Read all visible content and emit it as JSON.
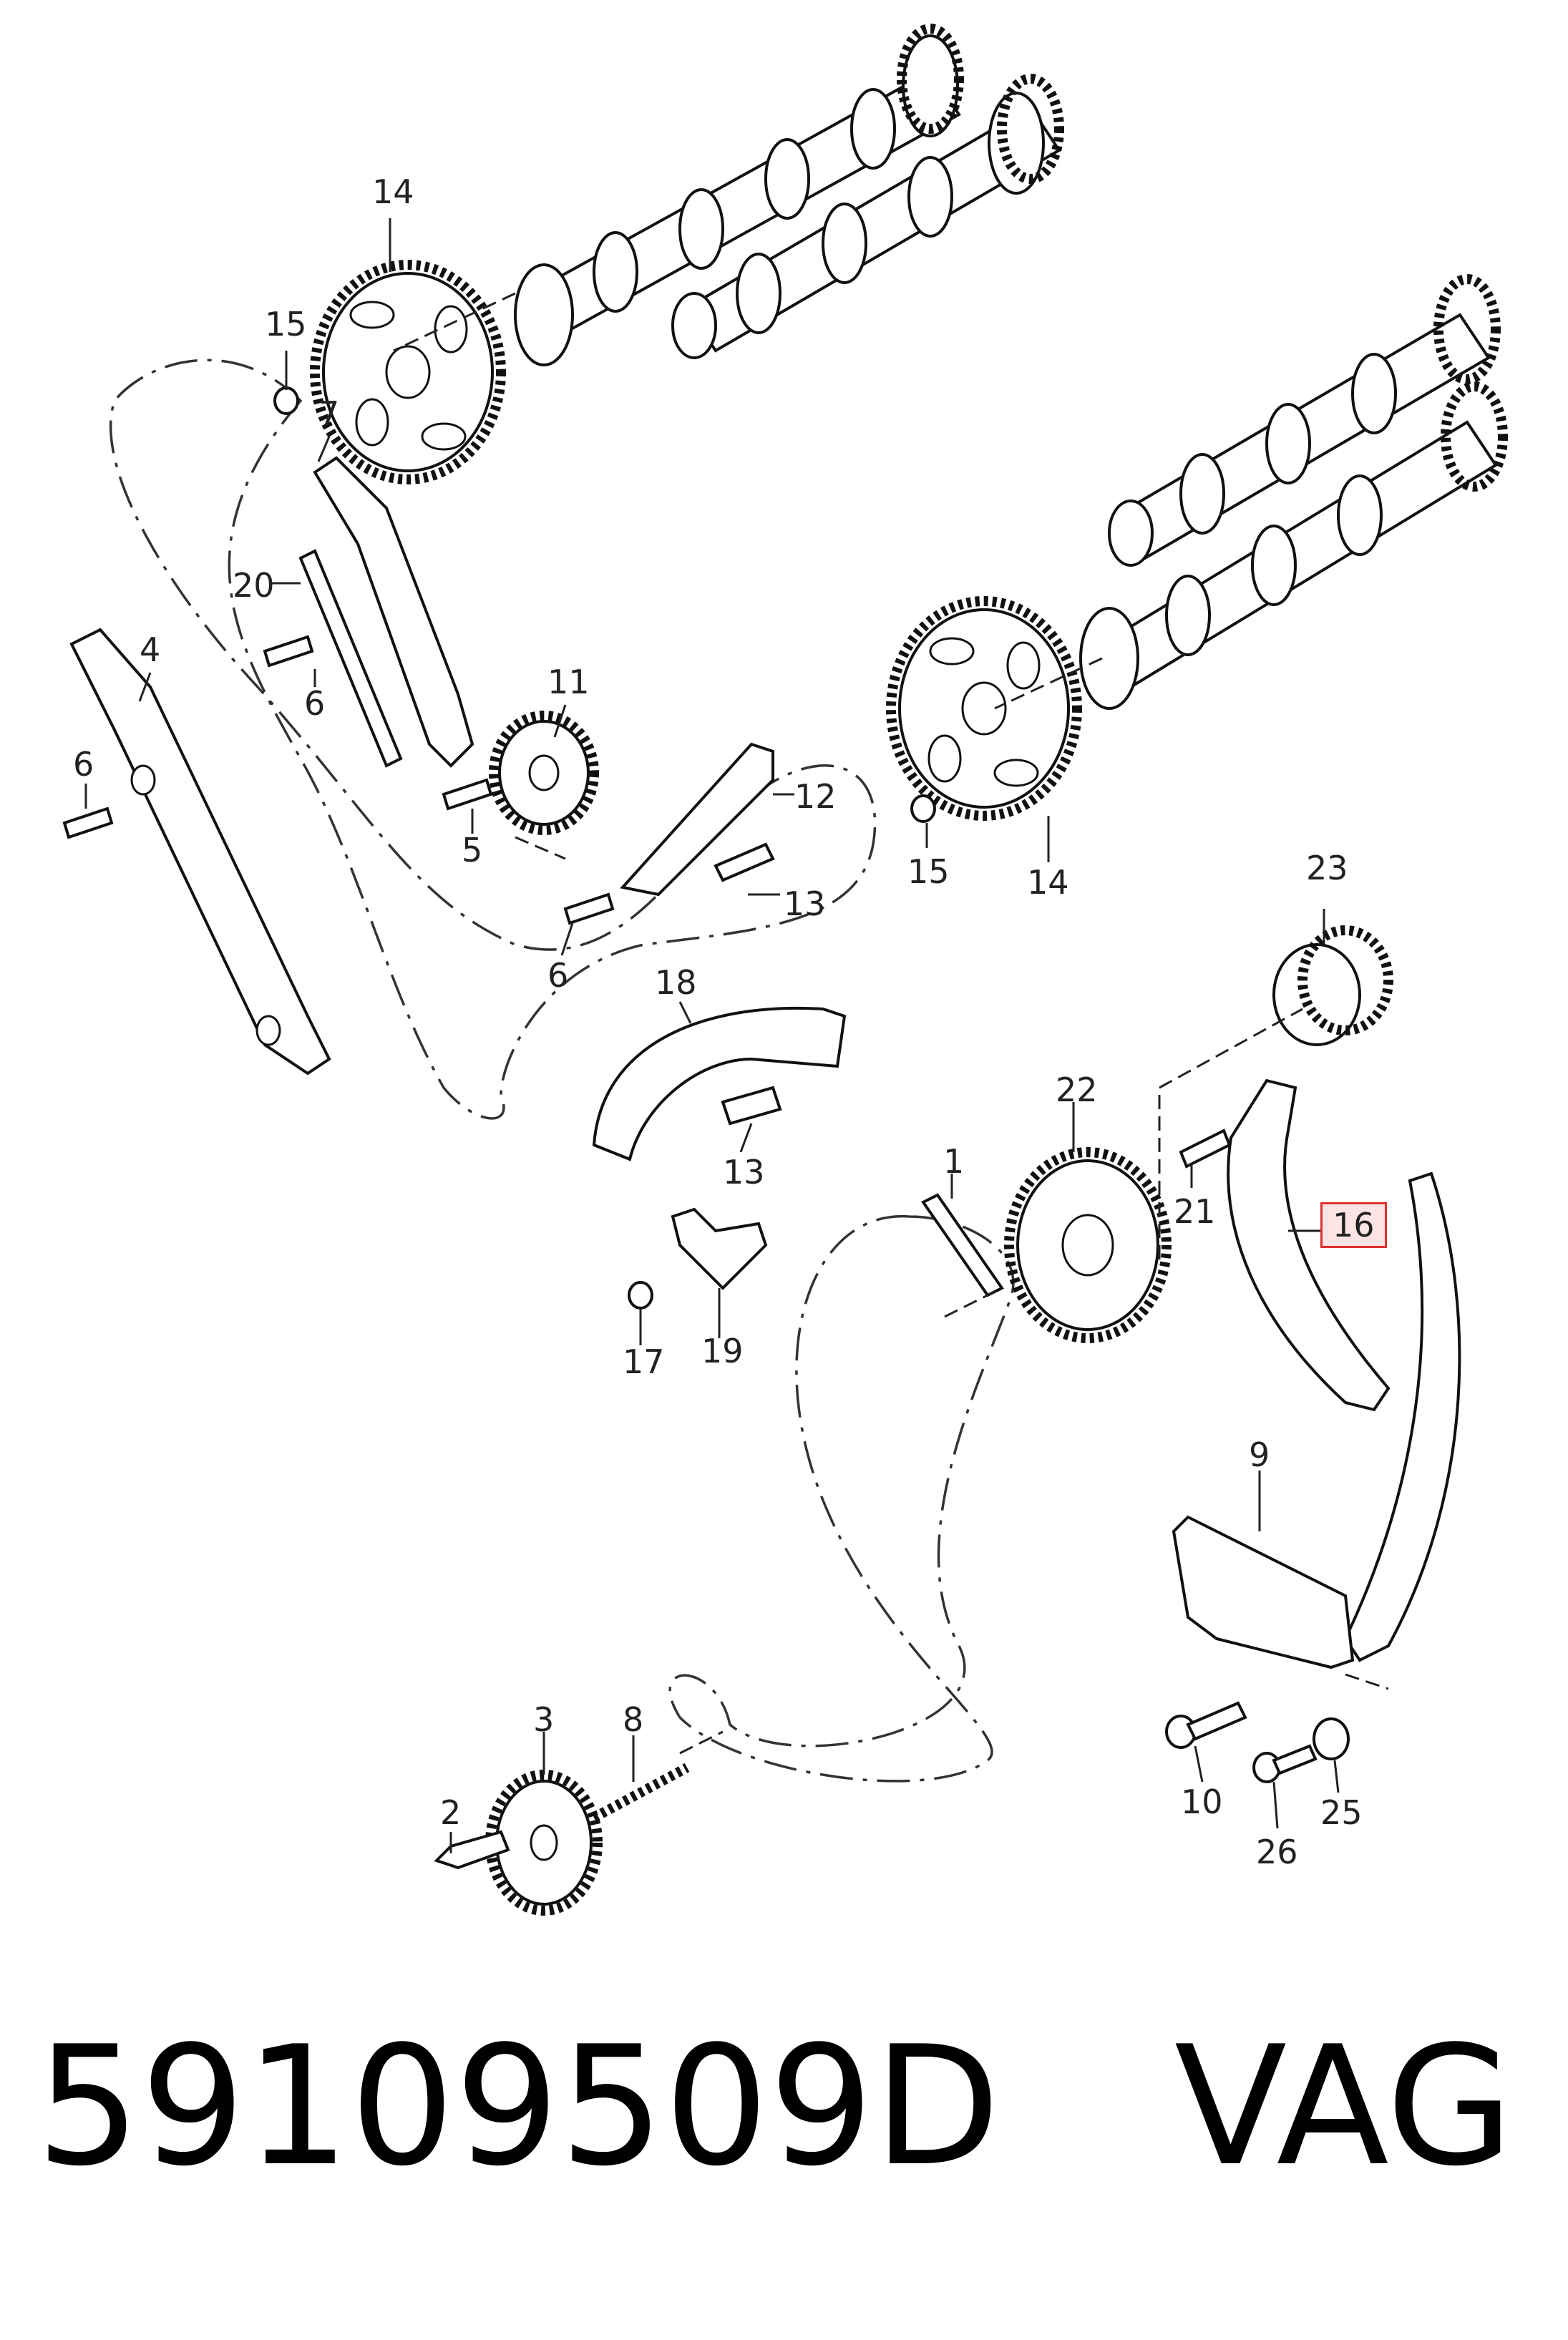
{
  "labels": {
    "l1": "1",
    "l2": "2",
    "l3": "3",
    "l4": "4",
    "l5": "5",
    "l6a": "6",
    "l6b": "6",
    "l6c": "6",
    "l7": "7",
    "l8": "8",
    "l9": "9",
    "l10": "10",
    "l11": "11",
    "l12": "12",
    "l13a": "13",
    "l13b": "13",
    "l14a": "14",
    "l14b": "14",
    "l15a": "15",
    "l15b": "15",
    "l16": "16",
    "l17": "17",
    "l18": "18",
    "l19": "19",
    "l20": "20",
    "l21": "21",
    "l22": "22",
    "l23": "23",
    "l25": "25",
    "l26": "26"
  },
  "highlight": {
    "label": "16",
    "fill": "#fce4e4",
    "border": "#e03030"
  },
  "footer": {
    "part_number": "59109509D",
    "brand": "VAG"
  }
}
